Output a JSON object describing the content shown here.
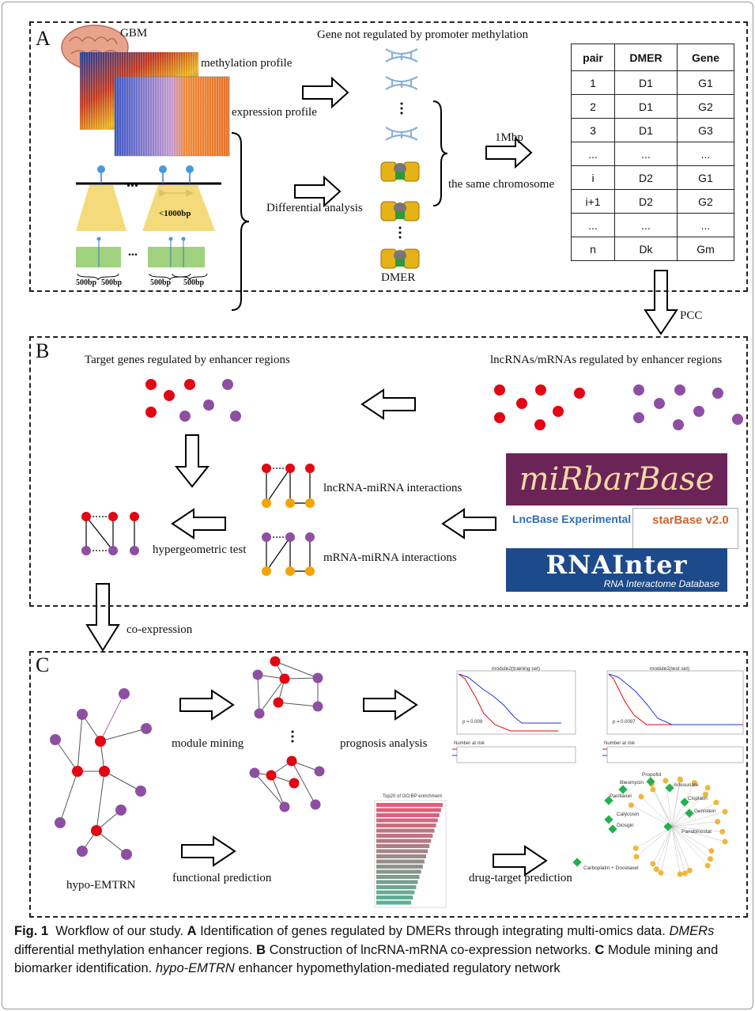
{
  "panels": {
    "a": "A",
    "b": "B",
    "c": "C"
  },
  "panel_a": {
    "gbm": "GBM",
    "methylation_profile": "methylation profile",
    "expression_profile": "expression profile",
    "gene_not_regulated": "Gene not regulated by promoter methylation",
    "differential_analysis": "Differential analysis",
    "dmer": "DMER",
    "window": "1Mbp",
    "same_chromosome": "the same chromosome",
    "distance": "<1000bp",
    "bp1": "500bp",
    "bp2": "500bp",
    "bp3": "500bp",
    "bp4": "500bp",
    "dots": "...",
    "table": {
      "headers": [
        "pair",
        "DMER",
        "Gene"
      ],
      "rows": [
        [
          "1",
          "D1",
          "G1"
        ],
        [
          "2",
          "D1",
          "G2"
        ],
        [
          "3",
          "D1",
          "G3"
        ],
        [
          "...",
          "...",
          "..."
        ],
        [
          "i",
          "D2",
          "G1"
        ],
        [
          "i+1",
          "D2",
          "G2"
        ],
        [
          "...",
          "...",
          "..."
        ],
        [
          "n",
          "Dk",
          "Gm"
        ]
      ]
    }
  },
  "pcc": "PCC",
  "panel_b": {
    "target_genes": "Target genes regulated by enhancer regions",
    "lnc_mrna": "lncRNAs/mRNAs regulated by enhancer regions",
    "lnc_mirna": "lncRNA-miRNA interactions",
    "mrna_mirna": "mRNA-miRNA interactions",
    "hypergeometric": "hypergeometric test",
    "mirbase": "miRbarBase",
    "lncbase": "LncBase Experimental",
    "starbase": "starBase v2.0",
    "rnainter": "RNAInter",
    "rnainter_sub": "RNA Interactome Database"
  },
  "coexpression": "co-expression",
  "panel_c": {
    "module_mining": "module mining",
    "prognosis": "prognosis analysis",
    "functional": "functional prediction",
    "drug_target": "drug-target prediction",
    "hypo": "hypo-EMTRN",
    "km_train": "module2(training set)",
    "km_test": "module2(test set)",
    "p_train": "p = 0.009",
    "p_test": "p = 0.0097",
    "risk": "Number at risk",
    "go_title": "Top20 of GO:BP enrichment",
    "drugs": [
      "Propofol",
      "Bleomycin",
      "Artesunate",
      "Paclitaxel",
      "Cisplatin",
      "Genistein",
      "Calycosin",
      "Diosgin",
      "Carboplatin + Docetaxel",
      "Panobinostat"
    ]
  },
  "caption": {
    "fig": "Fig. 1",
    "s1": "Workflow of our study.",
    "a": "A",
    "s2": "Identification of genes regulated by DMERs through integrating multi-omics data.",
    "dmers": "DMERs",
    "s3": "differential methylation enhancer regions.",
    "b": "B",
    "s4": "Construction of lncRNA-mRNA co-expression networks.",
    "c": "C",
    "s5": "Module mining and biomarker identification.",
    "hypo": "hypo-EMTRN",
    "s6": "enhancer hypomethylation-mediated regulatory network"
  },
  "colors": {
    "red": "#e30613",
    "purple": "#8e4fa3",
    "orange": "#f5a300",
    "mirbase_bg": "#6b2457",
    "rnainter_bg": "#1d4a8a",
    "green": "#22b14c"
  }
}
